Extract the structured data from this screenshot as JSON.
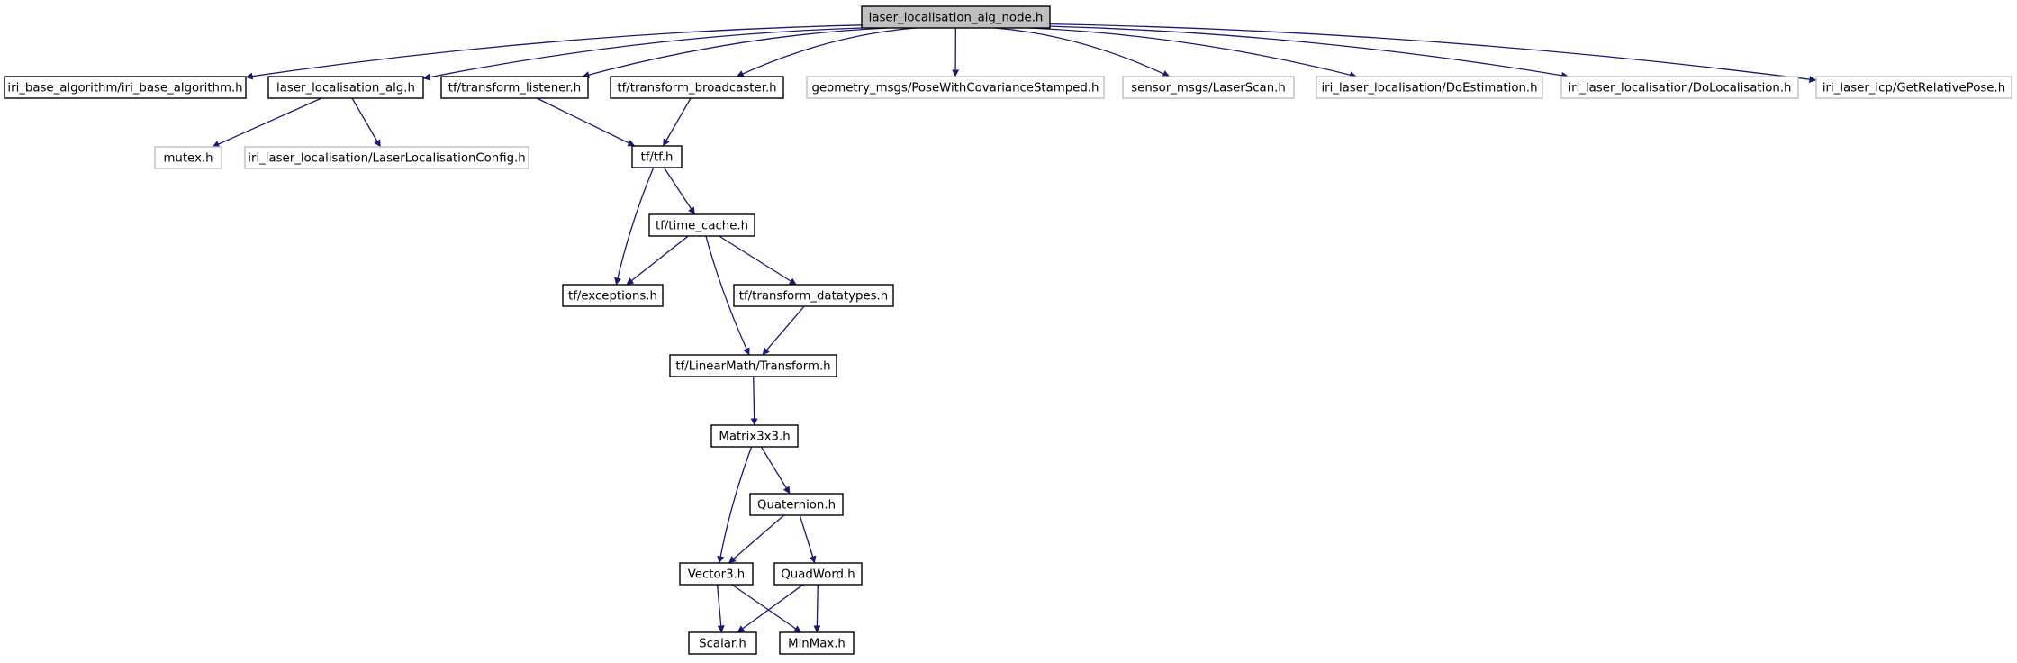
{
  "colors": {
    "edge": "#191970",
    "documented_border": "#000000",
    "undocumented_border": "#bfbfbf",
    "root_fill": "#bfbfbf",
    "text": "#000000"
  },
  "nodes": [
    {
      "id": "root",
      "label": "laser_localisation_alg_node.h",
      "kind": "root"
    },
    {
      "id": "iri_base",
      "label": "iri_base_algorithm/iri_base_algorithm.h",
      "kind": "documented"
    },
    {
      "id": "alg",
      "label": "laser_localisation_alg.h",
      "kind": "documented"
    },
    {
      "id": "tf_listener",
      "label": "tf/transform_listener.h",
      "kind": "documented"
    },
    {
      "id": "tf_broadcaster",
      "label": "tf/transform_broadcaster.h",
      "kind": "documented"
    },
    {
      "id": "geometry",
      "label": "geometry_msgs/PoseWithCovarianceStamped.h",
      "kind": "external"
    },
    {
      "id": "sensor",
      "label": "sensor_msgs/LaserScan.h",
      "kind": "external"
    },
    {
      "id": "do_estimation",
      "label": "iri_laser_localisation/DoEstimation.h",
      "kind": "external"
    },
    {
      "id": "do_localisation",
      "label": "iri_laser_localisation/DoLocalisation.h",
      "kind": "external"
    },
    {
      "id": "get_relative_pose",
      "label": "iri_laser_icp/GetRelativePose.h",
      "kind": "external"
    },
    {
      "id": "mutex",
      "label": "mutex.h",
      "kind": "external"
    },
    {
      "id": "config",
      "label": "iri_laser_localisation/LaserLocalisationConfig.h",
      "kind": "external"
    },
    {
      "id": "tf",
      "label": "tf/tf.h",
      "kind": "documented"
    },
    {
      "id": "time_cache",
      "label": "tf/time_cache.h",
      "kind": "documented"
    },
    {
      "id": "exceptions",
      "label": "tf/exceptions.h",
      "kind": "documented"
    },
    {
      "id": "datatypes",
      "label": "tf/transform_datatypes.h",
      "kind": "documented"
    },
    {
      "id": "transform",
      "label": "tf/LinearMath/Transform.h",
      "kind": "documented"
    },
    {
      "id": "matrix",
      "label": "Matrix3x3.h",
      "kind": "documented"
    },
    {
      "id": "quaternion",
      "label": "Quaternion.h",
      "kind": "documented"
    },
    {
      "id": "vector3",
      "label": "Vector3.h",
      "kind": "documented"
    },
    {
      "id": "quadword",
      "label": "QuadWord.h",
      "kind": "documented"
    },
    {
      "id": "scalar",
      "label": "Scalar.h",
      "kind": "documented"
    },
    {
      "id": "minmax",
      "label": "MinMax.h",
      "kind": "documented"
    }
  ],
  "edges": [
    [
      "root",
      "iri_base"
    ],
    [
      "root",
      "alg"
    ],
    [
      "root",
      "tf_listener"
    ],
    [
      "root",
      "tf_broadcaster"
    ],
    [
      "root",
      "geometry"
    ],
    [
      "root",
      "sensor"
    ],
    [
      "root",
      "do_estimation"
    ],
    [
      "root",
      "do_localisation"
    ],
    [
      "root",
      "get_relative_pose"
    ],
    [
      "alg",
      "mutex"
    ],
    [
      "alg",
      "config"
    ],
    [
      "tf_listener",
      "tf"
    ],
    [
      "tf_broadcaster",
      "tf"
    ],
    [
      "tf",
      "exceptions"
    ],
    [
      "tf",
      "time_cache"
    ],
    [
      "time_cache",
      "exceptions"
    ],
    [
      "time_cache",
      "datatypes"
    ],
    [
      "time_cache",
      "transform"
    ],
    [
      "datatypes",
      "transform"
    ],
    [
      "transform",
      "matrix"
    ],
    [
      "matrix",
      "vector3"
    ],
    [
      "matrix",
      "quaternion"
    ],
    [
      "quaternion",
      "vector3"
    ],
    [
      "quaternion",
      "quadword"
    ],
    [
      "vector3",
      "scalar"
    ],
    [
      "vector3",
      "minmax"
    ],
    [
      "quadword",
      "scalar"
    ],
    [
      "quadword",
      "minmax"
    ]
  ]
}
